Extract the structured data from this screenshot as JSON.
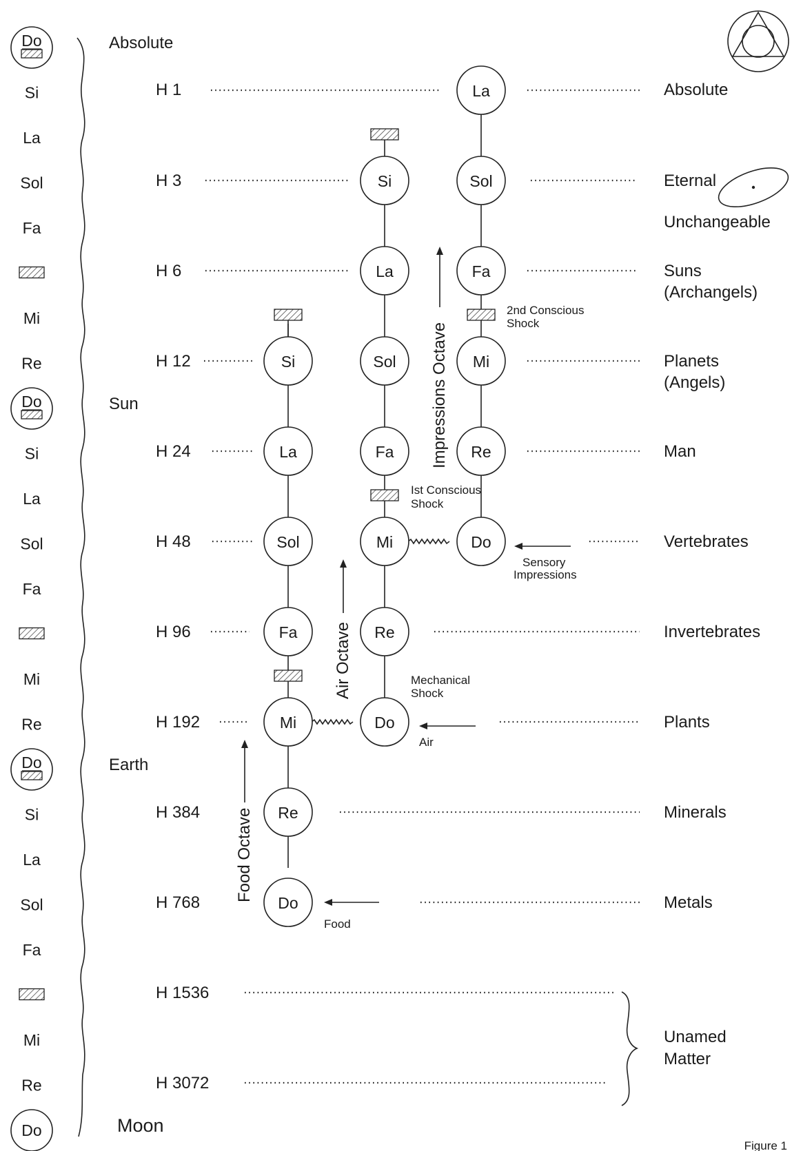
{
  "scale": {
    "notes": [
      "Do",
      "Si",
      "La",
      "Sol",
      "Fa",
      "",
      "Mi",
      "Re",
      "Do",
      "Si",
      "La",
      "Sol",
      "Fa",
      "",
      "Mi",
      "Re",
      "Do",
      "Si",
      "La",
      "Sol",
      "Fa",
      "",
      "Mi",
      "Re",
      "Do"
    ],
    "bodies": [
      "Absolute",
      "Sun",
      "Earth",
      "Moon"
    ]
  },
  "levels": [
    {
      "h": "H 1",
      "category": "Absolute"
    },
    {
      "h": "H 3",
      "category": "Eternal",
      "category2": "Unchangeable"
    },
    {
      "h": "H 6",
      "category": "Suns",
      "category2": "(Archangels)"
    },
    {
      "h": "H 12",
      "category": "Planets",
      "category2": "(Angels)"
    },
    {
      "h": "H 24",
      "category": "Man"
    },
    {
      "h": "H 48",
      "category": "Vertebrates"
    },
    {
      "h": "H 96",
      "category": "Invertebrates"
    },
    {
      "h": "H 192",
      "category": "Plants"
    },
    {
      "h": "H 384",
      "category": "Minerals"
    },
    {
      "h": "H 768",
      "category": "Metals"
    },
    {
      "h": "H 1536"
    },
    {
      "h": "H 3072"
    }
  ],
  "unnamed_matter": [
    "Unamed",
    "Matter"
  ],
  "octaves": {
    "food": {
      "label": "Food Octave",
      "notes": [
        "Si",
        "La",
        "Sol",
        "Fa",
        "Mi",
        "Re",
        "Do"
      ],
      "input": "Food"
    },
    "air": {
      "label": "Air Octave",
      "notes": [
        "Si",
        "La",
        "Sol",
        "Fa",
        "Mi",
        "Re",
        "Do"
      ],
      "input": "Air"
    },
    "impressions": {
      "label": "Impressions Octave",
      "notes": [
        "La",
        "Sol",
        "Fa",
        "Mi",
        "Re",
        "Do"
      ],
      "input": [
        "Sensory",
        "Impressions"
      ]
    }
  },
  "shocks": {
    "mechanical": [
      "Mechanical",
      "Shock"
    ],
    "first_conscious": [
      "Ist Conscious",
      "Shock"
    ],
    "second_conscious": [
      "2nd Conscious",
      "Shock"
    ]
  },
  "figure_caption": "Figure 1",
  "icons": [
    "triangle-circle-symbol-icon",
    "ellipse-dot-symbol-icon",
    "hatched-interval-icon"
  ]
}
